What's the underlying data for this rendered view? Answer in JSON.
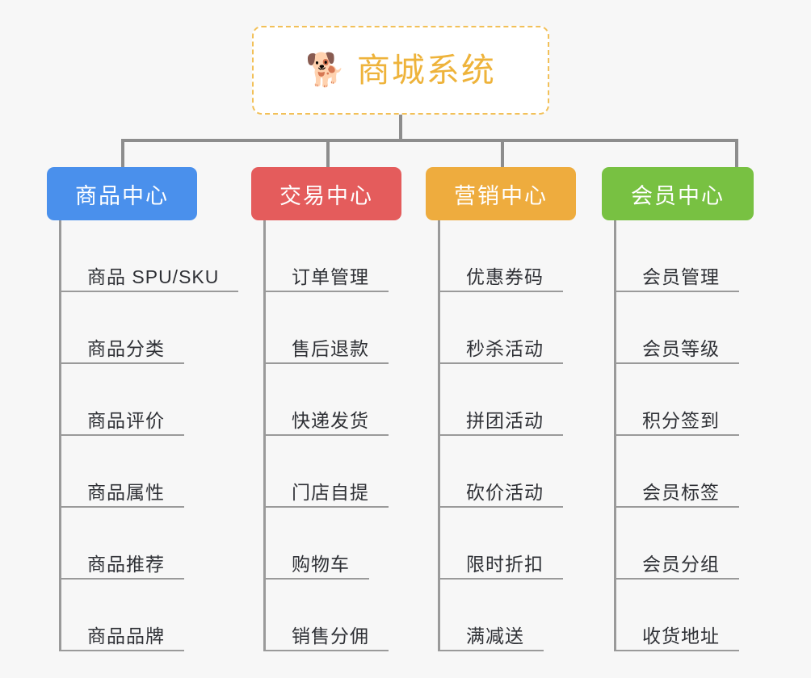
{
  "root": {
    "icon": "shiba-dog-face-icon",
    "icon_glyph": "🐕",
    "label": "商城系统",
    "text_color": "#eeb33b",
    "border_color": "#f2c058"
  },
  "theme": {
    "background": "#f7f7f7",
    "connector_color": "#8d8d8d",
    "leaf_line_color": "#9a9a9a",
    "leaf_text_color": "#2f3136"
  },
  "columns": [
    {
      "header": "商品中心",
      "color": "#4a90ec",
      "items": [
        "商品 SPU/SKU",
        "商品分类",
        "商品评价",
        "商品属性",
        "商品推荐",
        "商品品牌"
      ]
    },
    {
      "header": "交易中心",
      "color": "#e45c5c",
      "items": [
        "订单管理",
        "售后退款",
        "快递发货",
        "门店自提",
        "购物车",
        "销售分佣"
      ]
    },
    {
      "header": "营销中心",
      "color": "#eeac3e",
      "items": [
        "优惠券码",
        "秒杀活动",
        "拼团活动",
        "砍价活动",
        "限时折扣",
        "满减送"
      ]
    },
    {
      "header": "会员中心",
      "color": "#78c142",
      "items": [
        "会员管理",
        "会员等级",
        "积分签到",
        "会员标签",
        "会员分组",
        "收货地址"
      ]
    }
  ]
}
